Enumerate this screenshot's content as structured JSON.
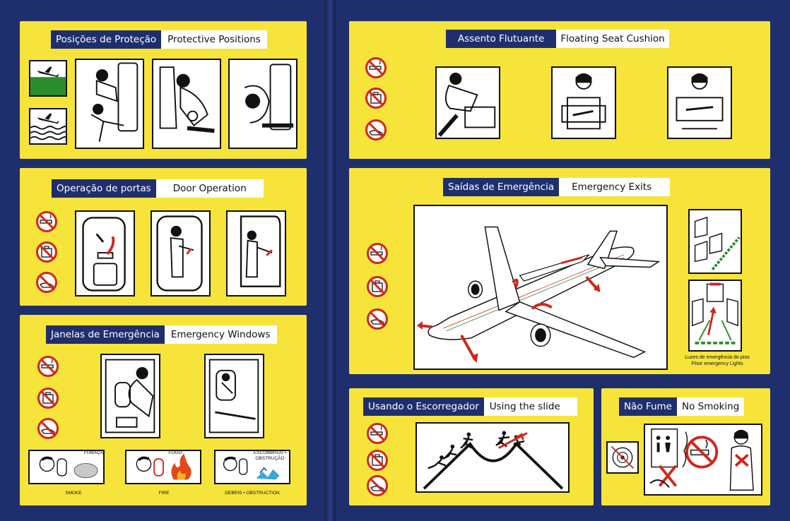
{
  "colors": {
    "navy": "#1f2f6e",
    "yellow": "#f6e43a",
    "red": "#d0261a",
    "green": "#2a8c2a",
    "water": "#2a5fb0"
  },
  "protective": {
    "pt": "Posições de Proteção",
    "en": "Protective Positions"
  },
  "doors": {
    "pt": "Operação de portas",
    "en": "Door Operation"
  },
  "windows": {
    "pt": "Janelas de Emergência",
    "en": "Emergency Windows",
    "hazards": [
      {
        "top": "FUMAÇA",
        "bottom": "SMOKE"
      },
      {
        "top": "FOGO",
        "bottom": "FIRE"
      },
      {
        "top": "ESCOMBROS • OBSTRUÇÃO",
        "bottom": "DEBRIS • OBSTRUCTION"
      }
    ]
  },
  "cushion": {
    "pt": "Assento Flutuante",
    "en": "Floating Seat Cushion"
  },
  "exits": {
    "pt": "Saídas de Emergência",
    "en": "Emergency Exits",
    "lights_pt": "Luzes de emergência do piso",
    "lights_en": "Floor emergency Lights"
  },
  "slide": {
    "pt": "Usando o Escorregador",
    "en": "Using the slide"
  },
  "nosmoking": {
    "pt": "Não Fume",
    "en": "No Smoking"
  }
}
